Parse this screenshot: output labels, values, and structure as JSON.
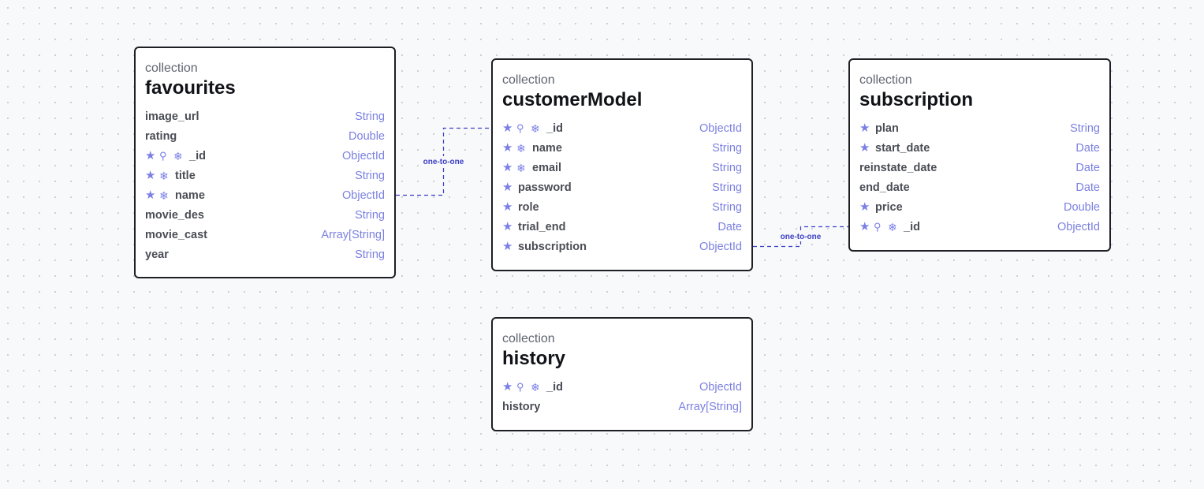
{
  "collections": [
    {
      "id": "favourites",
      "kind": "collection",
      "name": "favourites",
      "fields": [
        {
          "name": "image_url",
          "type": "String",
          "icons": []
        },
        {
          "name": "rating",
          "type": "Double",
          "icons": []
        },
        {
          "name": "_id",
          "type": "ObjectId",
          "icons": [
            "star-icon",
            "key-icon",
            "snowflake-icon"
          ]
        },
        {
          "name": "title",
          "type": "String",
          "icons": [
            "star-icon",
            "snowflake-icon"
          ]
        },
        {
          "name": "name",
          "type": "ObjectId",
          "icons": [
            "star-icon",
            "snowflake-icon"
          ]
        },
        {
          "name": "movie_des",
          "type": "String",
          "icons": []
        },
        {
          "name": "movie_cast",
          "type": "Array[String]",
          "icons": []
        },
        {
          "name": "year",
          "type": "String",
          "icons": []
        }
      ]
    },
    {
      "id": "customerModel",
      "kind": "collection",
      "name": "customerModel",
      "fields": [
        {
          "name": "_id",
          "type": "ObjectId",
          "icons": [
            "star-icon",
            "key-icon",
            "snowflake-icon"
          ]
        },
        {
          "name": "name",
          "type": "String",
          "icons": [
            "star-icon",
            "snowflake-icon"
          ]
        },
        {
          "name": "email",
          "type": "String",
          "icons": [
            "star-icon",
            "snowflake-icon"
          ]
        },
        {
          "name": "password",
          "type": "String",
          "icons": [
            "star-icon"
          ]
        },
        {
          "name": "role",
          "type": "String",
          "icons": [
            "star-icon"
          ]
        },
        {
          "name": "trial_end",
          "type": "Date",
          "icons": [
            "star-icon"
          ]
        },
        {
          "name": "subscription",
          "type": "ObjectId",
          "icons": [
            "star-icon"
          ]
        }
      ]
    },
    {
      "id": "subscription",
      "kind": "collection",
      "name": "subscription",
      "fields": [
        {
          "name": "plan",
          "type": "String",
          "icons": [
            "star-icon"
          ]
        },
        {
          "name": "start_date",
          "type": "Date",
          "icons": [
            "star-icon"
          ]
        },
        {
          "name": "reinstate_date",
          "type": "Date",
          "icons": []
        },
        {
          "name": "end_date",
          "type": "Date",
          "icons": []
        },
        {
          "name": "price",
          "type": "Double",
          "icons": [
            "star-icon"
          ]
        },
        {
          "name": "_id",
          "type": "ObjectId",
          "icons": [
            "star-icon",
            "key-icon",
            "snowflake-icon"
          ]
        }
      ]
    },
    {
      "id": "history",
      "kind": "collection",
      "name": "history",
      "fields": [
        {
          "name": "_id",
          "type": "ObjectId",
          "icons": [
            "star-icon",
            "key-icon",
            "snowflake-icon"
          ]
        },
        {
          "name": "history",
          "type": "Array[String]",
          "icons": []
        }
      ]
    }
  ],
  "relations": [
    {
      "from": "favourites.name",
      "to": "customerModel._id",
      "label": "one-to-one"
    },
    {
      "from": "customerModel.subscription",
      "to": "subscription._id",
      "label": "one-to-one"
    }
  ],
  "colors": {
    "accent": "#7a7fe6",
    "type_text": "#7b80e0",
    "relation": "#3b3fc4",
    "border": "#1d1f24"
  }
}
